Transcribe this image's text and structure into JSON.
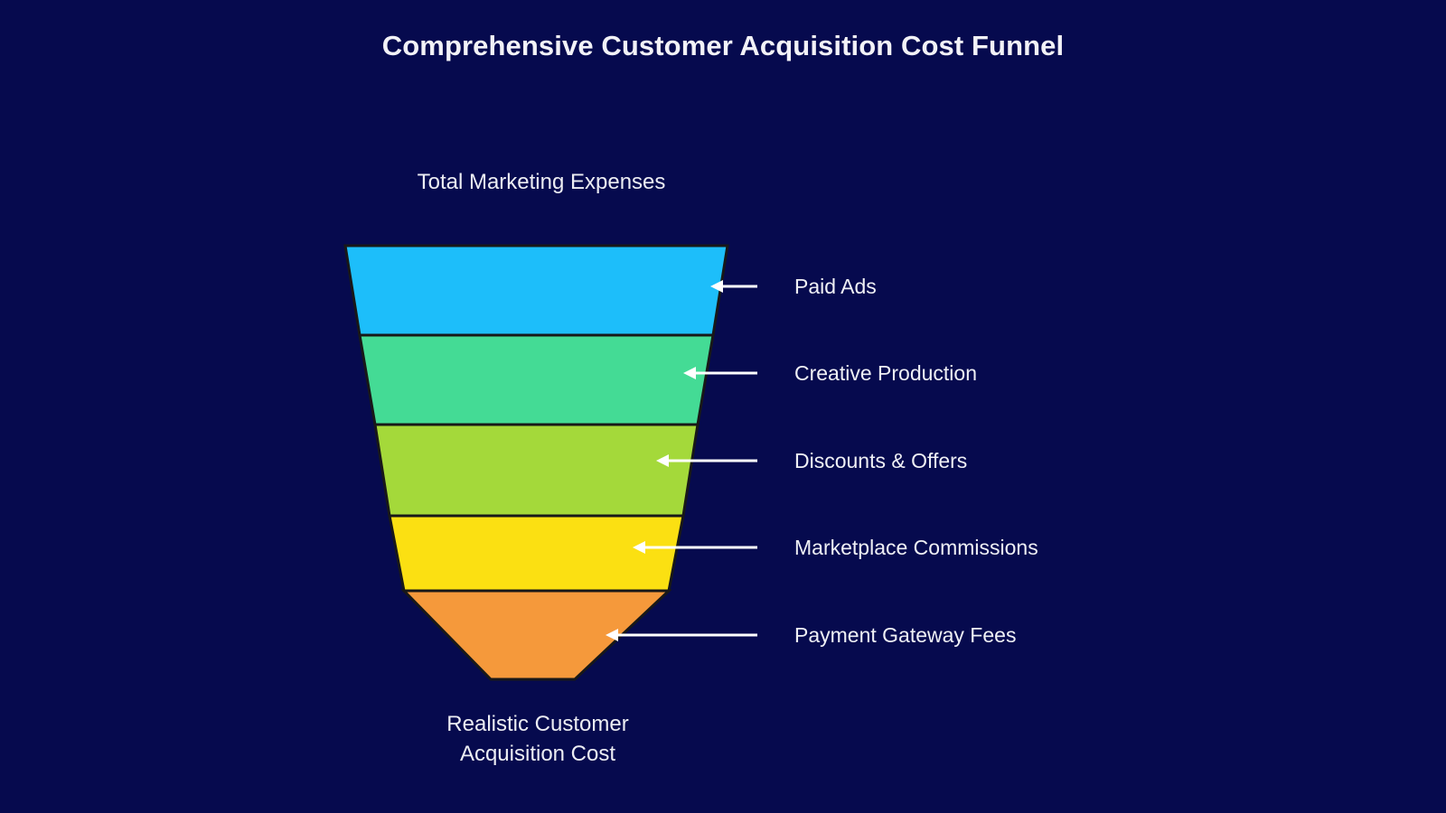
{
  "chart_data": {
    "type": "funnel",
    "title": "Comprehensive Customer Acquisition Cost Funnel",
    "top_label": "Total Marketing Expenses",
    "bottom_label_line1": "Realistic Customer",
    "bottom_label_line2": "Acquisition Cost",
    "background_color": "#060a4e",
    "text_color": "#eff0f5",
    "border_color": "#1a1a1a",
    "arrow_color": "#ffffff",
    "legend": "none",
    "grid": false,
    "categories": [
      "Paid Ads",
      "Creative Production",
      "Discounts & Offers",
      "Marketplace Commissions",
      "Payment Gateway Fees"
    ],
    "colors": [
      "#1dbefa",
      "#44db95",
      "#a4d93a",
      "#fbe012",
      "#f5993b"
    ],
    "stages": [
      {
        "label": "Paid Ads",
        "color": "#1dbefa",
        "top_width": 423,
        "bottom_width": 357,
        "order": 1
      },
      {
        "label": "Creative Production",
        "color": "#44db95",
        "top_width": 357,
        "bottom_width": 292,
        "order": 2
      },
      {
        "label": "Discounts & Offers",
        "color": "#a4d93a",
        "top_width": 292,
        "bottom_width": 226,
        "order": 3
      },
      {
        "label": "Marketplace Commissions",
        "color": "#fbe012",
        "top_width": 226,
        "bottom_width": 160,
        "order": 4
      },
      {
        "label": "Payment Gateway Fees",
        "color": "#f5993b",
        "top_width": 160,
        "bottom_width": 94,
        "order": 5
      }
    ]
  }
}
